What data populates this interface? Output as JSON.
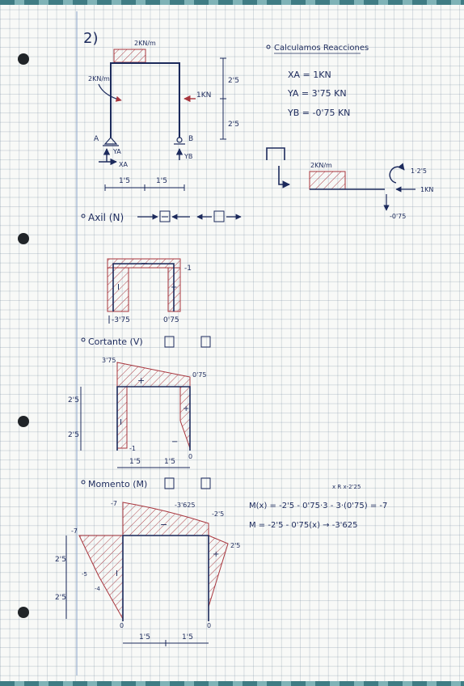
{
  "page": {
    "problem_number": "2)"
  },
  "frame": {
    "load_top": "2KN/m",
    "load_left": "2KN/m",
    "load_right": "1KN",
    "dim_v1": "2'5",
    "dim_v2": "2'5",
    "dim_h1": "1'5",
    "dim_h2": "1'5",
    "support_a": "A",
    "support_b": "B",
    "react_xa": "XA",
    "react_ya": "YA",
    "react_yb": "YB"
  },
  "reactions": {
    "heading": "Calculamos Reacciones",
    "xa": "XA = 1KN",
    "ya": "YA = 3'75 KN",
    "yb": "YB = -0'75 KN"
  },
  "cut_sketch": {
    "load": "2KN/m",
    "moment": "1·2'5",
    "force_right": "1KN",
    "force_down": "-0'75"
  },
  "axil": {
    "heading": "Axil (N)",
    "value_right": "-1",
    "label_left": "-3'75",
    "label_right": "0'75",
    "sign_top": "−",
    "sign_left": "I",
    "sign_right": "+"
  },
  "cortante": {
    "heading": "Cortante (V)",
    "value_top_left": "3'75",
    "value_top_right": "0'75",
    "value_bottom_left": "-1",
    "value_bottom_right": "0",
    "dim_v1": "2'5",
    "dim_v2": "2'5",
    "dim_h1": "1'5",
    "dim_h2": "1'5",
    "sign_top": "+",
    "sign_left": "I",
    "sign_right": "+",
    "sign_bottom": "−"
  },
  "momento": {
    "heading": "Momento (M)",
    "value_left_top": "-7",
    "value_left_outer": "-7",
    "value_mid": "-3'625",
    "value_right": "-2'5",
    "value_right_outer": "2'5",
    "value_left_mid": "-5",
    "value_left_low": "-4",
    "value_bottom_left": "0",
    "value_bottom_right": "0",
    "dim_v1": "2'5",
    "dim_v2": "2'5",
    "dim_h1": "1'5",
    "dim_h2": "1'5",
    "sign_top": "−",
    "sign_left": "I",
    "sign_right": "+",
    "eq1_over": "x      R     x-2'25",
    "eq1": "M(x) = -2'5 - 0'75·3 - 3·(0'75) = -7",
    "eq2": "M = -2'5 - 0'75(x) → -3'625"
  },
  "colors": {
    "ink_blue": "#1c2a5c",
    "ink_red": "#a8353d"
  }
}
